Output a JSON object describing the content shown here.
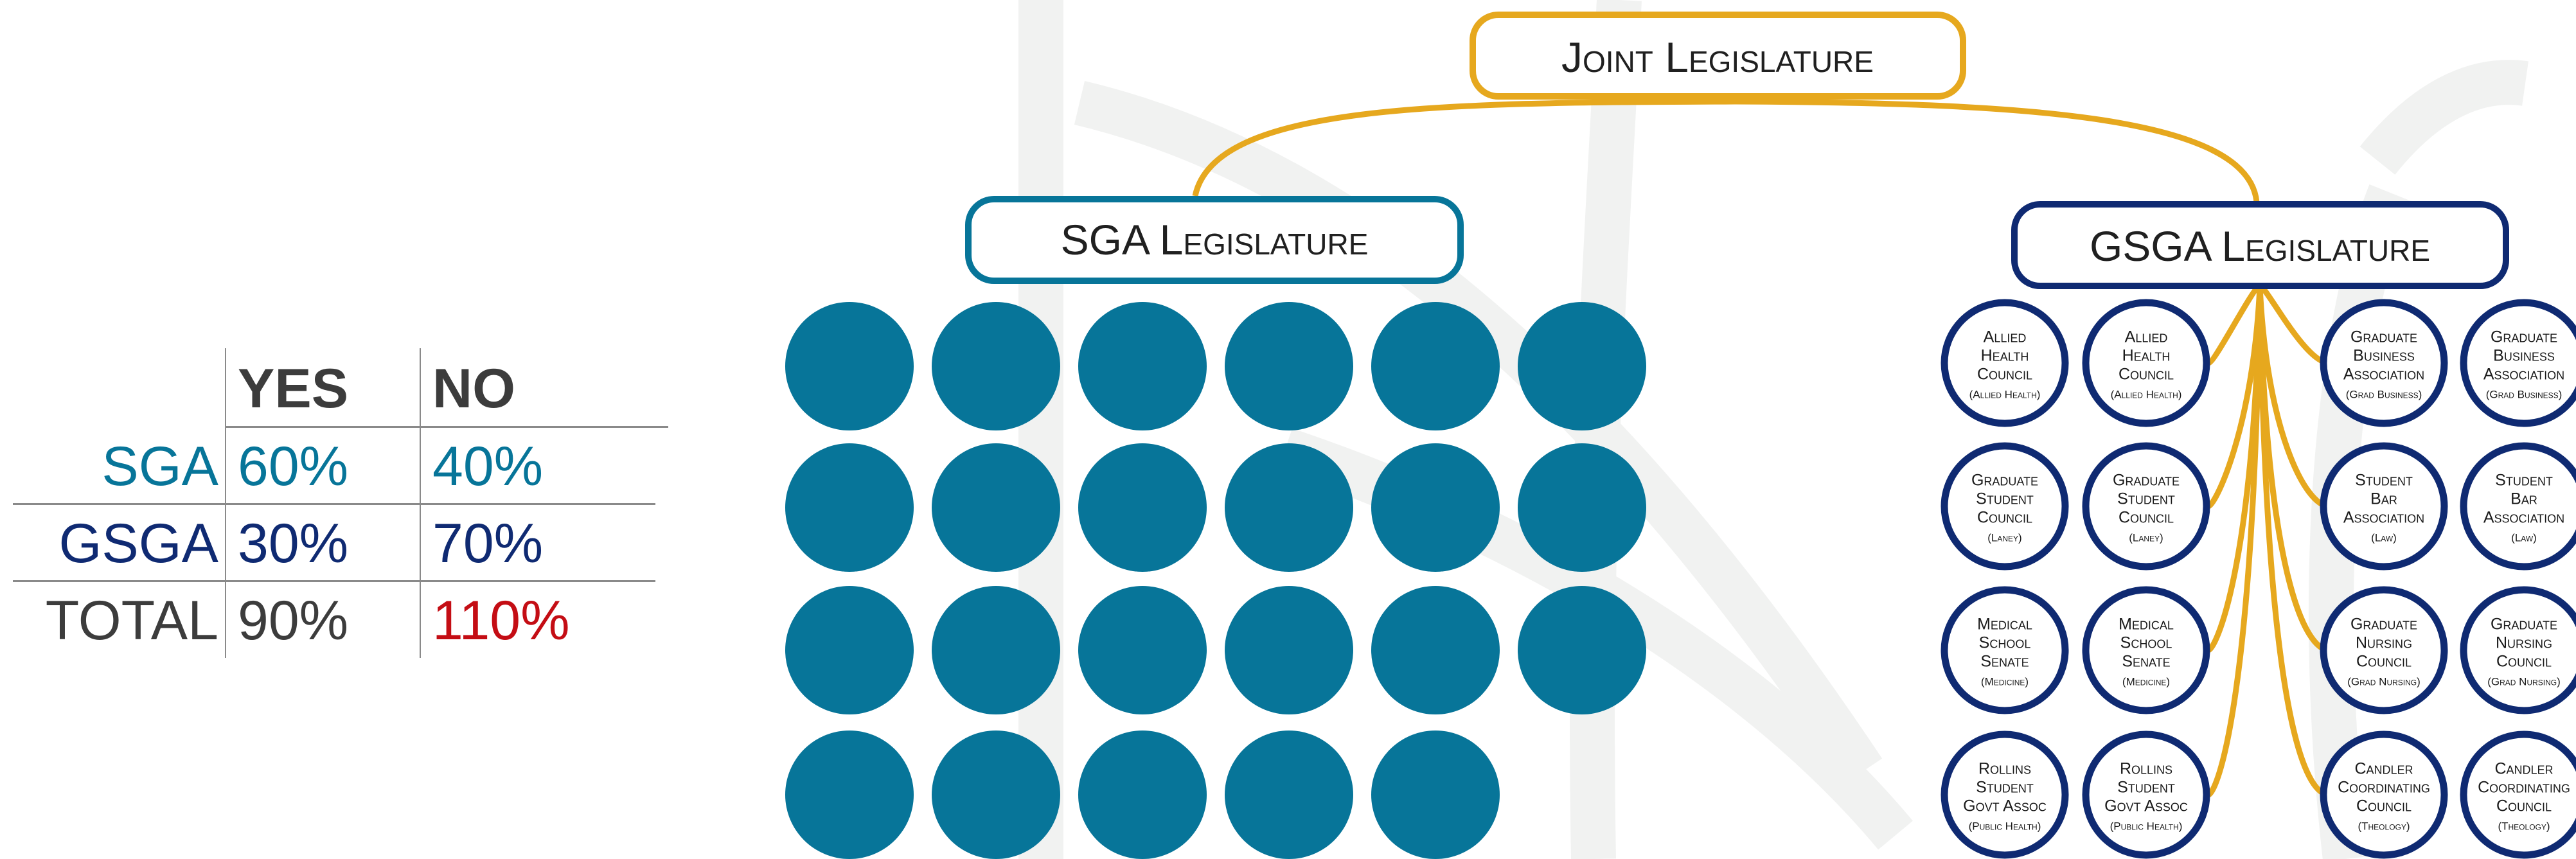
{
  "vote_table": {
    "headers": [
      "YES",
      "NO"
    ],
    "rows": [
      {
        "label": "SGA",
        "yes": "60%",
        "no": "40%"
      },
      {
        "label": "GSGA",
        "yes": "30%",
        "no": "70%"
      },
      {
        "label": "TOTAL",
        "yes": "90%",
        "no": "110%"
      }
    ]
  },
  "joint": {
    "title": "Joint Legislature"
  },
  "sga": {
    "title": "SGA Legislature",
    "seat_count": 23
  },
  "gsga": {
    "title": "GSGA Legislature",
    "seats": [
      {
        "name": "Allied Health Council",
        "abbr": "(Allied Health)"
      },
      {
        "name": "Allied Health Council",
        "abbr": "(Allied Health)"
      },
      {
        "name": "Graduate Business Association",
        "abbr": "(Grad Business)"
      },
      {
        "name": "Graduate Business Association",
        "abbr": "(Grad Business)"
      },
      {
        "name": "Graduate Student Council",
        "abbr": "(Laney)"
      },
      {
        "name": "Graduate Student Council",
        "abbr": "(Laney)"
      },
      {
        "name": "Student Bar Association",
        "abbr": "(Law)"
      },
      {
        "name": "Student Bar Association",
        "abbr": "(Law)"
      },
      {
        "name": "Medical School Senate",
        "abbr": "(Medicine)"
      },
      {
        "name": "Medical School Senate",
        "abbr": "(Medicine)"
      },
      {
        "name": "Graduate Nursing Council",
        "abbr": "(Grad Nursing)"
      },
      {
        "name": "Graduate Nursing Council",
        "abbr": "(Grad Nursing)"
      },
      {
        "name": "Rollins Student Govt Assoc",
        "abbr": "(Public Health)"
      },
      {
        "name": "Rollins Student Govt Assoc",
        "abbr": "(Public Health)"
      },
      {
        "name": "Candler Coordinating Council",
        "abbr": "(Theology)"
      },
      {
        "name": "Candler Coordinating Council",
        "abbr": "(Theology)"
      }
    ]
  },
  "colors": {
    "sga": "#077599",
    "gsga": "#0f2a72",
    "gold": "#e6a81e",
    "total": "#3c3c3c",
    "over": "#c40d14",
    "watermark": "#f1f2f1"
  }
}
